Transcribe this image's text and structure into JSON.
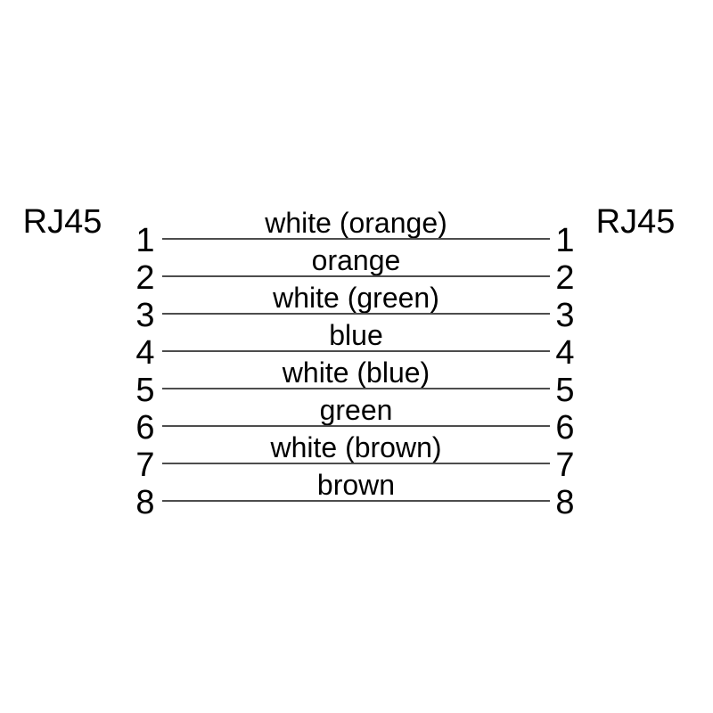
{
  "diagram": {
    "connector_left_label": "RJ45",
    "connector_right_label": "RJ45",
    "pins": [
      {
        "number": "1",
        "wire_color": "white (orange)"
      },
      {
        "number": "2",
        "wire_color": "orange"
      },
      {
        "number": "3",
        "wire_color": "white (green)"
      },
      {
        "number": "4",
        "wire_color": "blue"
      },
      {
        "number": "5",
        "wire_color": "white (blue)"
      },
      {
        "number": "6",
        "wire_color": "green"
      },
      {
        "number": "7",
        "wire_color": "white (brown)"
      },
      {
        "number": "8",
        "wire_color": "brown"
      }
    ],
    "colors": {
      "background": "#ffffff",
      "text": "#000000",
      "wire_line": "#4d4d4d"
    }
  }
}
